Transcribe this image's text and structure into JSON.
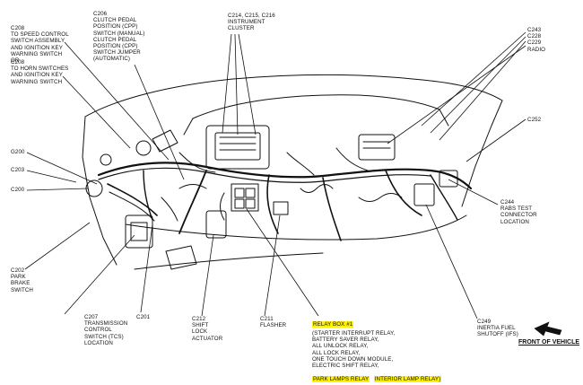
{
  "labels": {
    "c208_speed": "C208\nTO SPEED CONTROL\nSWITCH ASSEMBLY\nAND IGNITION KEY\nWARNING SWITCH\nOR",
    "c208_horn": "C208\nTO HORN SWITCHES\nAND IGNITION KEY\nWARNING SWITCH",
    "c206": "C206\nCLUTCH PEDAL\nPOSITION (CPP)\nSWITCH (MANUAL)\nCLUTCH PEDAL\nPOSITION (CPP)\nSWITCH JUMPER\n(AUTOMATIC)",
    "c214": "C214, C215, C216\nINSTRUMENT\nCLUSTER",
    "c243": "C243\nC228\nC229\nRADIO",
    "c252": "C252",
    "g200": "G200",
    "c203": "C203",
    "c200": "C200",
    "c244": "C244\nRABS TEST\nCONNECTOR\nLOCATION",
    "c202": "C202\nPARK\nBRAKE\nSWITCH",
    "c207": "C207\nTRANSMISSION\nCONTROL\nSWITCH (TCS)\nLOCATION",
    "c201": "C201",
    "c212": "C212\nSHIFT\nLOCK\nACTUATOR",
    "c211": "C211\nFLASHER",
    "relay_box_title": "RELAY BOX #1",
    "relay_box_items": [
      "(STARTER INTERRUPT RELAY,",
      "BATTERY SAVER RELAY,",
      "ALL UNLOCK RELAY,",
      "ALL LOCK RELAY,",
      "ONE TOUCH DOWN MODULE,",
      "ELECTRIC SHIFT RELAY,",
      "PARK LAMPS RELAY",
      "INTERIOR LAMP RELAY)"
    ],
    "c249": "C249\nINERTIA FUEL\nSHUTOFF (IFS)",
    "front_of_vehicle": "FRONT OF VEHICLE"
  },
  "colors": {
    "highlight": "#fff200",
    "ink": "#111111"
  }
}
